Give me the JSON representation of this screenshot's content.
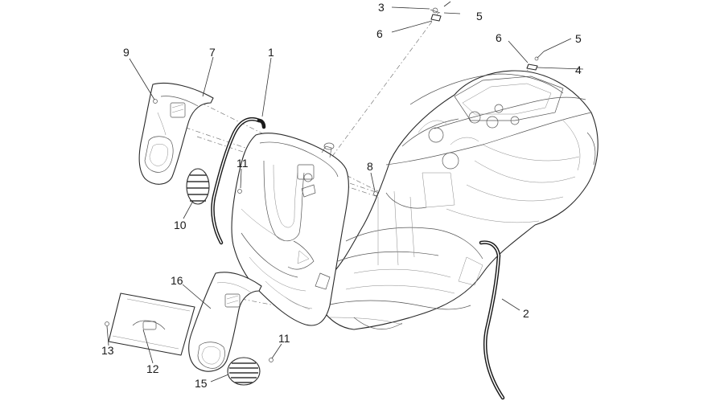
{
  "diagram": {
    "callouts": [
      "3",
      "5",
      "6",
      "6",
      "5",
      "4",
      "9",
      "7",
      "1",
      "11",
      "8",
      "10",
      "16",
      "2",
      "11",
      "13",
      "12",
      "15"
    ]
  }
}
